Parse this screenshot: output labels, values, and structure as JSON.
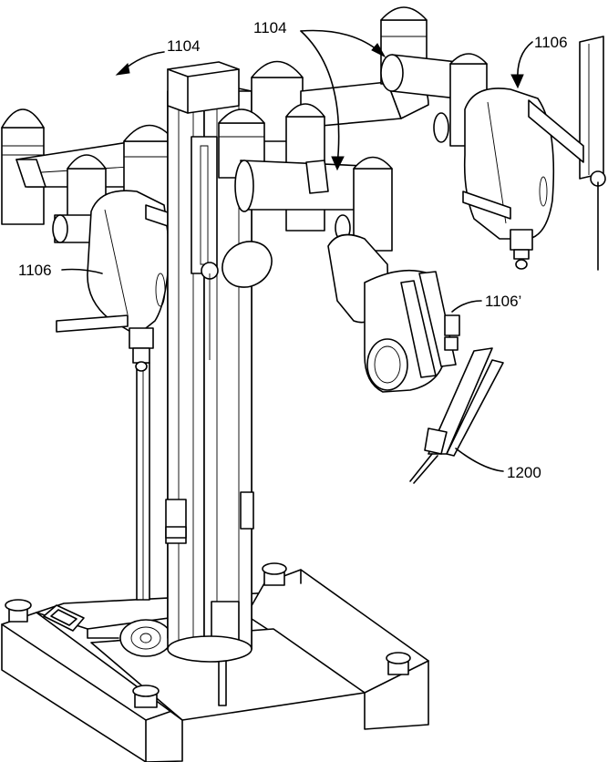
{
  "references": {
    "label_1104_left": "1104",
    "label_1104_right": "1104",
    "label_1106_top_right": "1106",
    "label_1106_left": "1106",
    "label_1106_prime": "1106’",
    "label_1200": "1200"
  }
}
